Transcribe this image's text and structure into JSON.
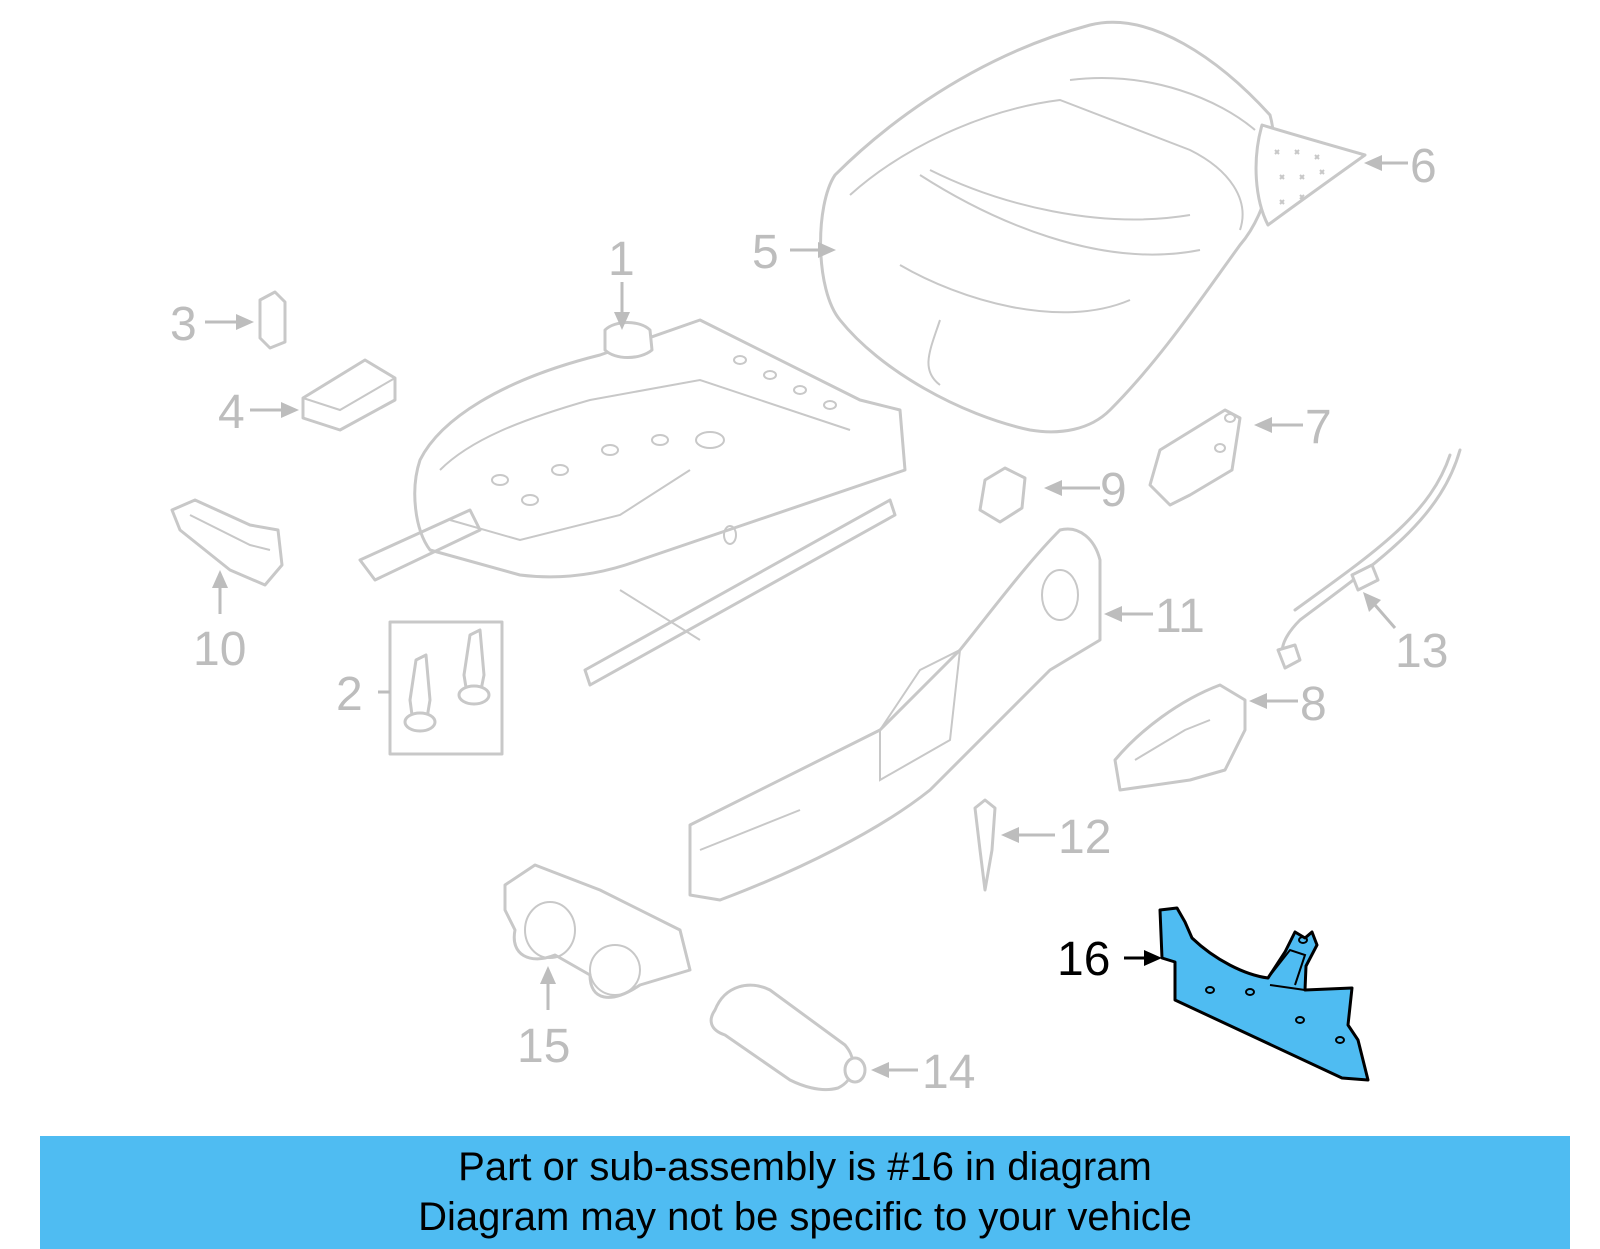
{
  "callouts": [
    {
      "id": "1",
      "label": "1"
    },
    {
      "id": "2",
      "label": "2"
    },
    {
      "id": "3",
      "label": "3"
    },
    {
      "id": "4",
      "label": "4"
    },
    {
      "id": "5",
      "label": "5"
    },
    {
      "id": "6",
      "label": "6"
    },
    {
      "id": "7",
      "label": "7"
    },
    {
      "id": "8",
      "label": "8"
    },
    {
      "id": "9",
      "label": "9"
    },
    {
      "id": "10",
      "label": "10"
    },
    {
      "id": "11",
      "label": "11"
    },
    {
      "id": "12",
      "label": "12"
    },
    {
      "id": "13",
      "label": "13"
    },
    {
      "id": "14",
      "label": "14"
    },
    {
      "id": "15",
      "label": "15"
    },
    {
      "id": "16",
      "label": "16"
    }
  ],
  "highlighted_part": "16",
  "colors": {
    "highlight": "#4fbcf2",
    "part_outline": "#c8c8c8",
    "callout_inactive": "#bdbdbd",
    "callout_active": "#000000"
  },
  "banner": {
    "line1": "Part or sub-assembly is #16 in diagram",
    "line2": "Diagram may not be specific to your vehicle"
  }
}
